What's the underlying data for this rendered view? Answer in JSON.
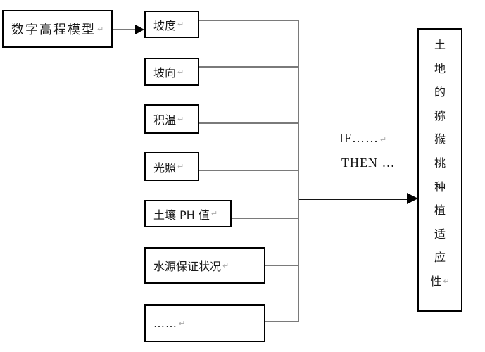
{
  "diagram": {
    "source_box": {
      "label": "数字高程模型"
    },
    "factor_boxes": [
      {
        "label": "坡度"
      },
      {
        "label": "坡向"
      },
      {
        "label": "积温"
      },
      {
        "label": "光照"
      },
      {
        "label": "土壤 PH 值"
      },
      {
        "label": "水源保证状况"
      },
      {
        "label": "……"
      }
    ],
    "rule_text": {
      "line1": "IF……",
      "line2": "THEN …"
    },
    "result_box": {
      "label": "土地的猕猴桃种植适应性",
      "chars": [
        "土",
        "地",
        "的",
        "猕",
        "猴",
        "桃",
        "种",
        "植",
        "适",
        "应",
        "性"
      ]
    },
    "paragraph_mark": "↵",
    "colors": {
      "box_border": "#000000",
      "connector_gray": "#7a7a7a",
      "arrow_black": "#000000",
      "paragraph_mark_gray": "#ababab",
      "background": "#ffffff"
    }
  }
}
